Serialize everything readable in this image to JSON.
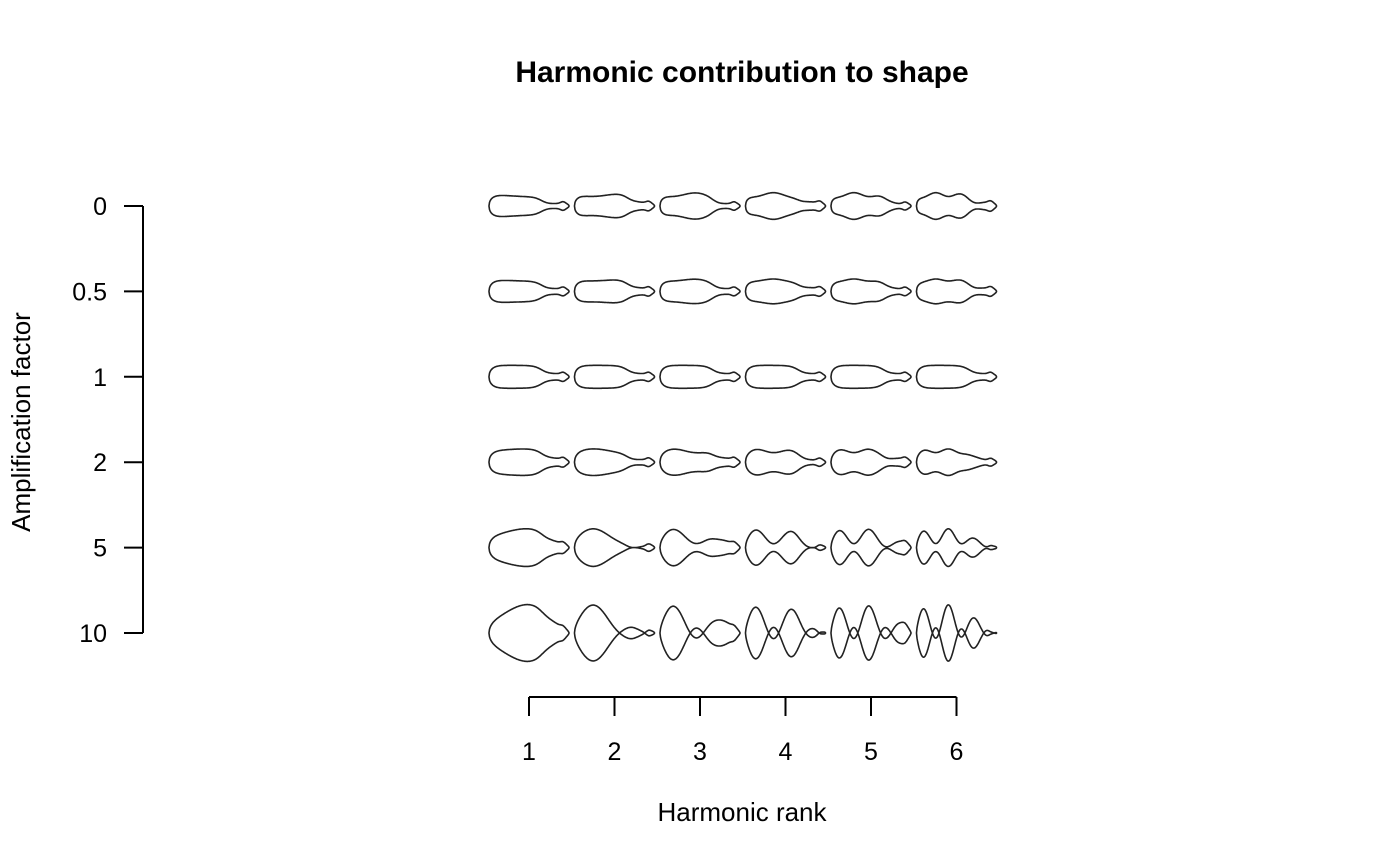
{
  "chart_data": {
    "type": "scatter",
    "title": "Harmonic contribution to shape",
    "xlabel": "Harmonic rank",
    "ylabel": "Amplification factor",
    "x_ticks": [
      "1",
      "2",
      "3",
      "4",
      "5",
      "6"
    ],
    "y_ticks": [
      "0",
      "0.5",
      "1",
      "2",
      "5",
      "10"
    ],
    "harmonic_ranks": [
      1,
      2,
      3,
      4,
      5,
      6
    ],
    "amplification_factors": [
      0,
      0.5,
      1,
      2,
      5,
      10
    ],
    "grid": false,
    "legend": "none",
    "mark": "reconstructed outline shapes (one per rank × amplification cell)"
  },
  "colors": {
    "stroke": "#222222",
    "axis": "#000000",
    "background": "#ffffff"
  }
}
